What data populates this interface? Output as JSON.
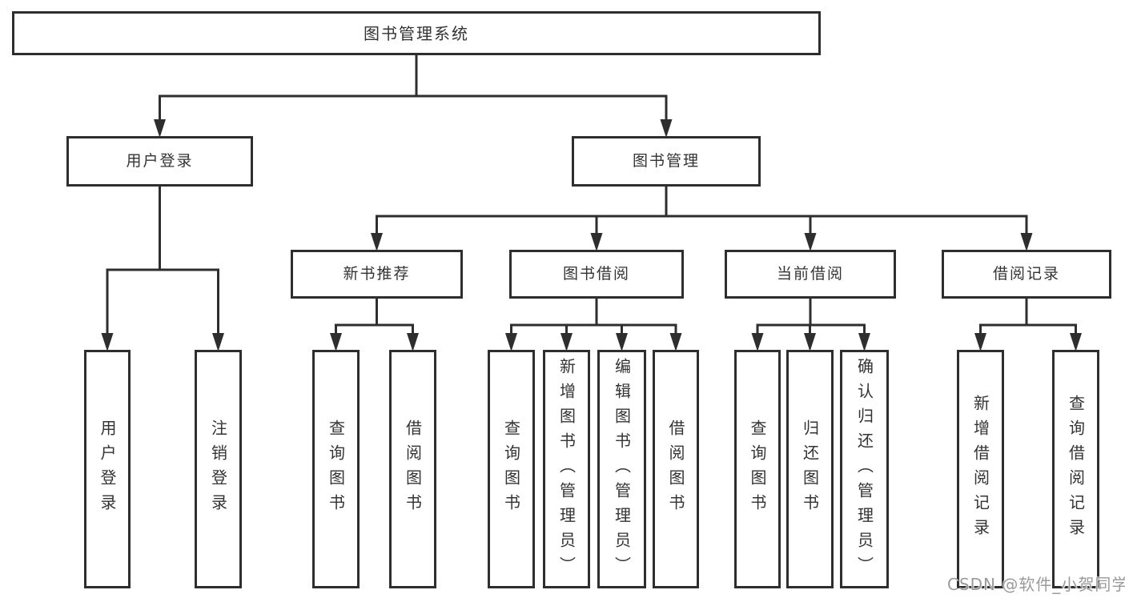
{
  "colors": {
    "background": "#ffffff",
    "box_background": "#ffffff",
    "line": "#2e2e2e",
    "text": "#333333",
    "watermark": "#9a9a9a"
  },
  "watermark": {
    "text": "CSDN @软件_小贺同学"
  },
  "nodes": {
    "system": {
      "label": "图书管理系统"
    },
    "user_login": {
      "label": "用户登录"
    },
    "book_mgmt": {
      "label": "图书管理"
    },
    "new_rec": {
      "label": "新书推荐"
    },
    "book_borrow": {
      "label": "图书借阅"
    },
    "current_borrow": {
      "label": "当前借阅"
    },
    "borrow_records": {
      "label": "借阅记录"
    },
    "login": {
      "label": "用户登录"
    },
    "logout": {
      "label": "注销登录"
    },
    "query_new": {
      "label": "查询图书"
    },
    "borrow_new": {
      "label": "借阅图书"
    },
    "query_borrow": {
      "label": "查询图书"
    },
    "add_book": {
      "label": "新增图书（管理员）"
    },
    "edit_book": {
      "label": "编辑图书（管理员）"
    },
    "borrow_book": {
      "label": "借阅图书"
    },
    "query_current": {
      "label": "查询图书"
    },
    "return_book": {
      "label": "归还图书"
    },
    "confirm_return": {
      "label": "确认归还（管理员）"
    },
    "add_record": {
      "label": "新增借阅记录"
    },
    "query_record": {
      "label": "查询借阅记录"
    }
  },
  "hierarchy": [
    {
      "parent": "system",
      "children": [
        "user_login",
        "book_mgmt"
      ]
    },
    {
      "parent": "user_login",
      "children": [
        "login",
        "logout"
      ]
    },
    {
      "parent": "book_mgmt",
      "children": [
        "new_rec",
        "book_borrow",
        "current_borrow",
        "borrow_records"
      ]
    },
    {
      "parent": "new_rec",
      "children": [
        "query_new",
        "borrow_new"
      ]
    },
    {
      "parent": "book_borrow",
      "children": [
        "query_borrow",
        "add_book",
        "edit_book",
        "borrow_book"
      ]
    },
    {
      "parent": "current_borrow",
      "children": [
        "query_current",
        "return_book",
        "confirm_return"
      ]
    },
    {
      "parent": "borrow_records",
      "children": [
        "add_record",
        "query_record"
      ]
    }
  ]
}
